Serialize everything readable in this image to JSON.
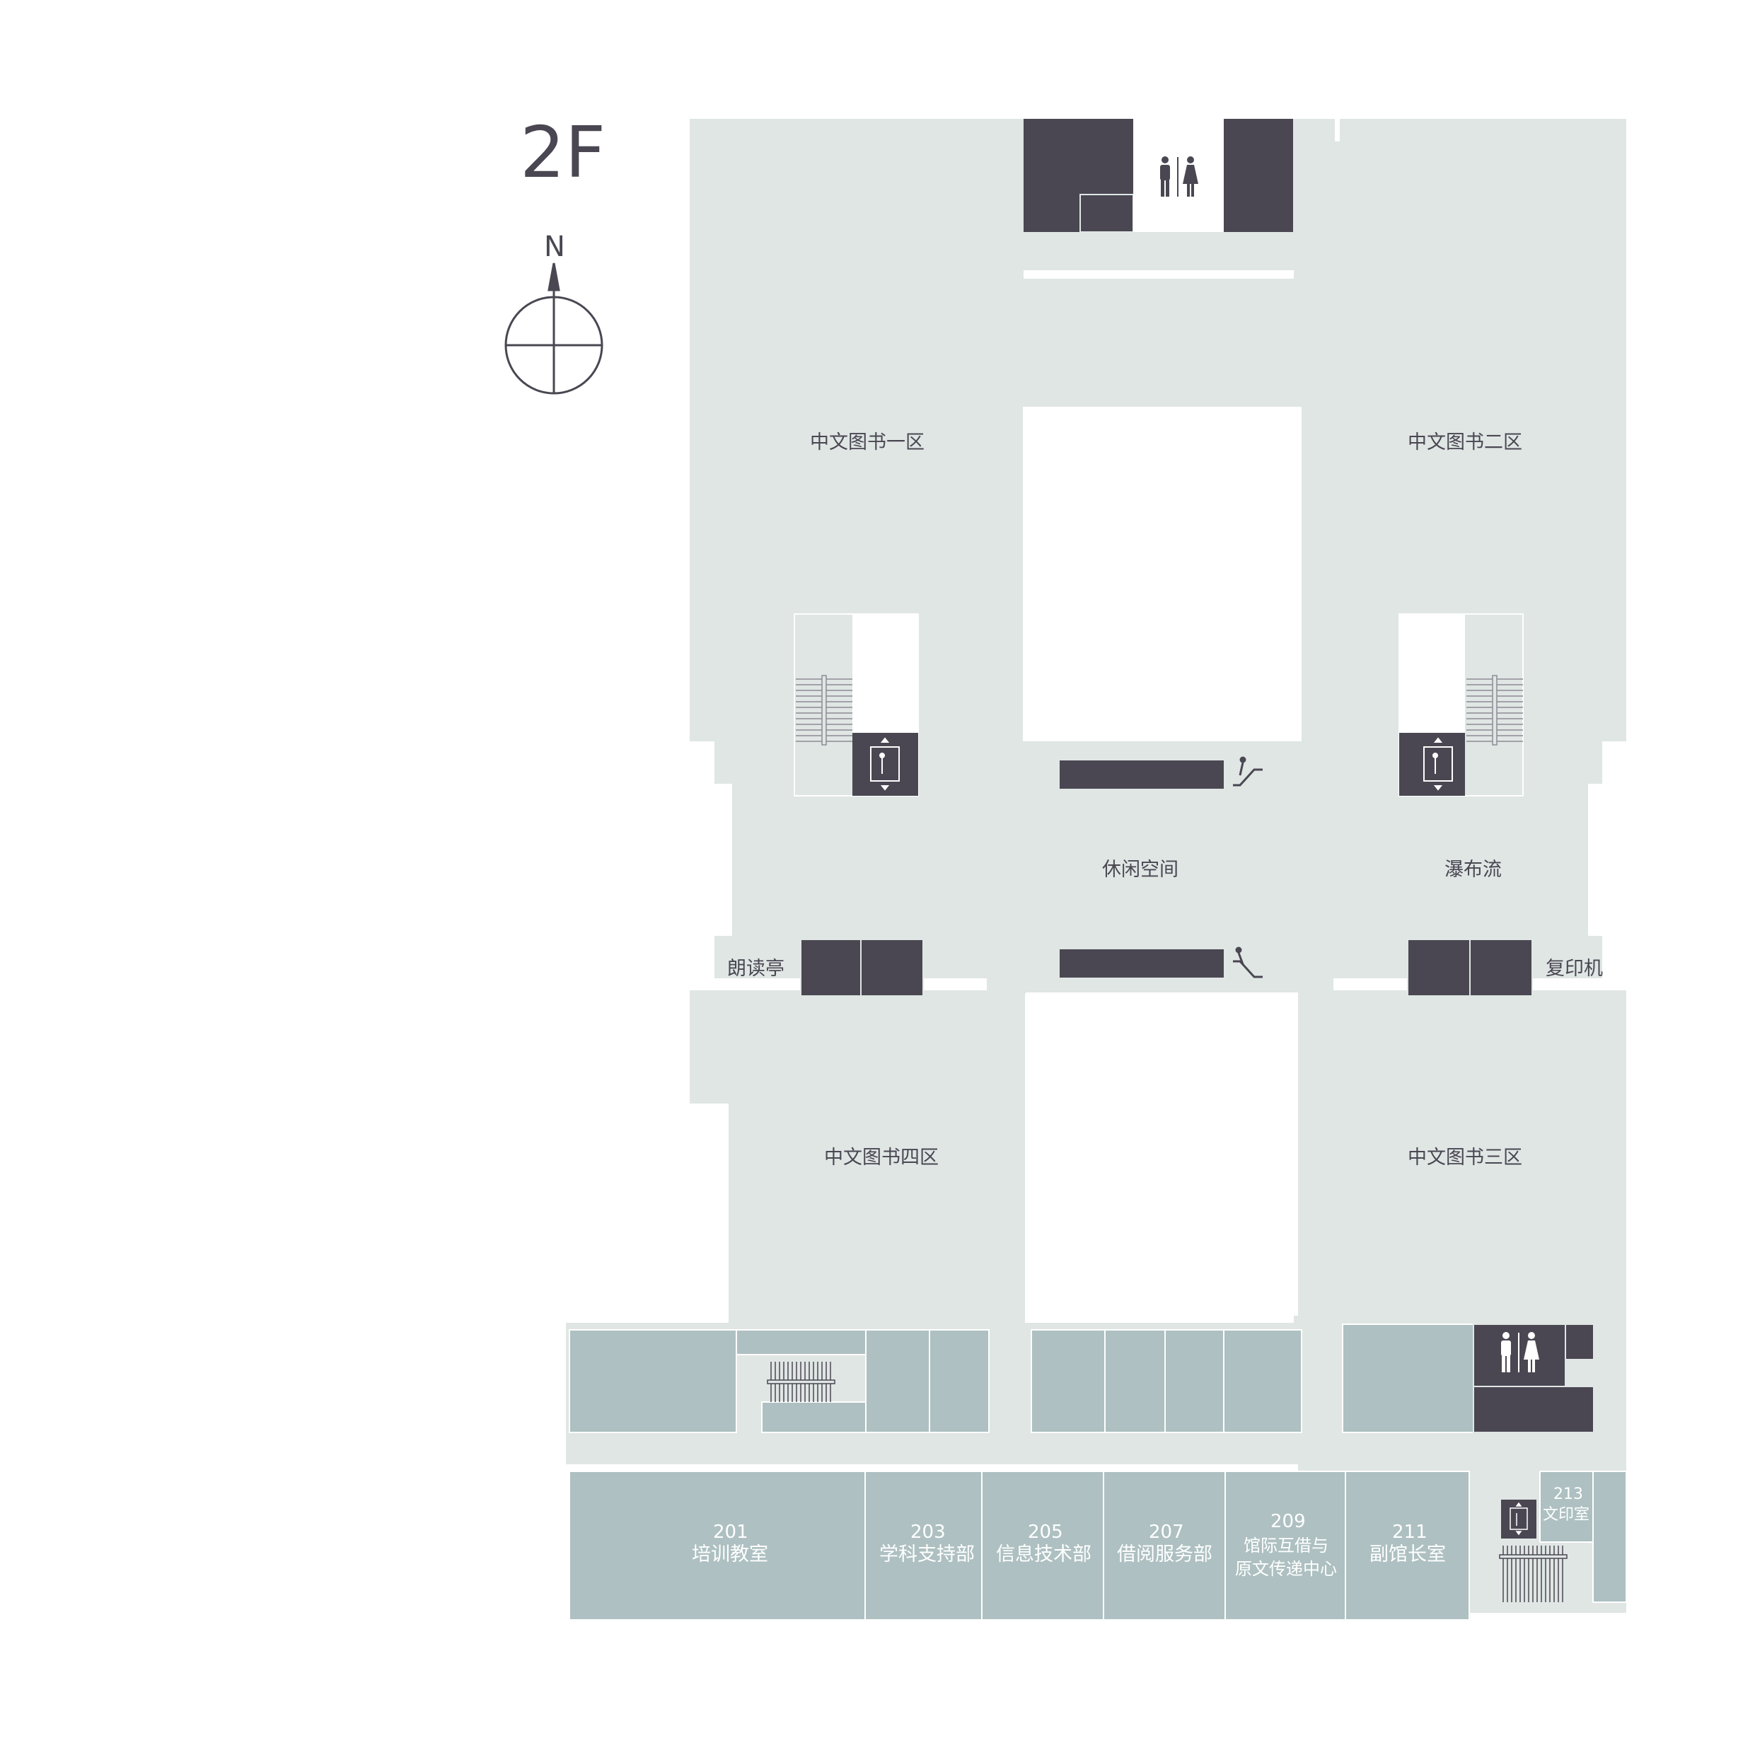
{
  "floor": "2F",
  "compass": {
    "north_label": "N"
  },
  "colors": {
    "floor_fill": "#dfe6e4",
    "office_fill": "#aec0c1",
    "dark_fill": "#4a4752",
    "background": "#ffffff"
  },
  "areas": {
    "zone1": "中文图书一区",
    "zone2": "中文图书二区",
    "zone3": "中文图书三区",
    "zone4": "中文图书四区",
    "leisure": "休闲空间",
    "waterfall": "瀑布流",
    "reading_pavilion": "朗读亭",
    "copier": "复印机"
  },
  "rooms": {
    "r201": {
      "number": "201",
      "name": "培训教室"
    },
    "r203": {
      "number": "203",
      "name": "学科支持部"
    },
    "r205": {
      "number": "205",
      "name": "信息技术部"
    },
    "r207": {
      "number": "207",
      "name": "借阅服务部"
    },
    "r209": {
      "number": "209",
      "name_line1": "馆际互借与",
      "name_line2": "原文传递中心"
    },
    "r211": {
      "number": "211",
      "name": "副馆长室"
    },
    "r213": {
      "number": "213",
      "name": "文印室"
    }
  },
  "icons": [
    "restroom-icon",
    "elevator-icon",
    "escalator-up-icon",
    "escalator-down-icon",
    "stairs-icon",
    "compass-icon"
  ]
}
